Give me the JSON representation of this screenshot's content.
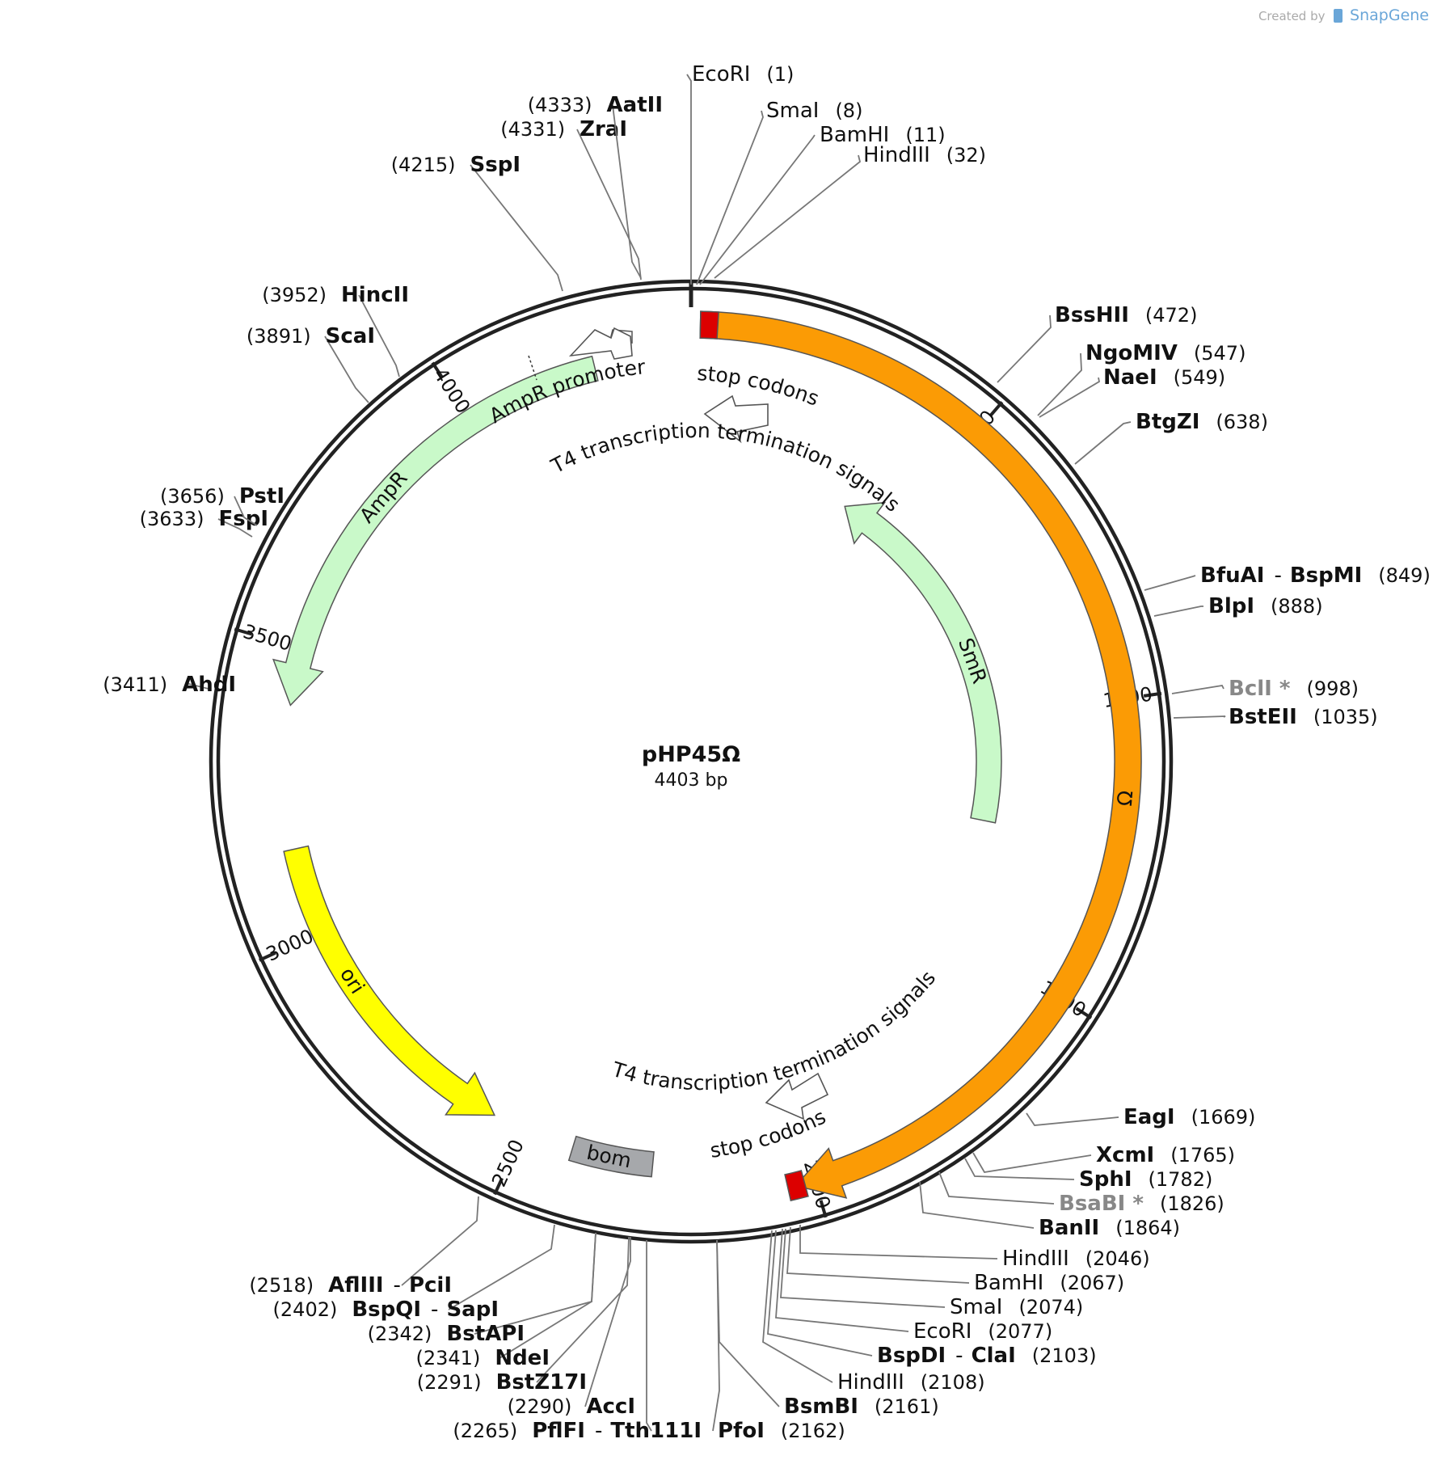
{
  "credit": {
    "prefix": "Created by",
    "brand": "SnapGene"
  },
  "plasmid": {
    "name": "pHP45Ω",
    "length_label": "4403 bp",
    "length": 4403
  },
  "colors": {
    "orange": "#fb9b05",
    "green": "#c9f9c9",
    "yellow": "#ffff00",
    "grey": "#a6a8ab",
    "red": "#dc0000",
    "white": "#ffffff"
  },
  "ticks": [
    {
      "pos": 500,
      "label": "500"
    },
    {
      "pos": 1000,
      "label": "1000"
    },
    {
      "pos": 1500,
      "label": "1500"
    },
    {
      "pos": 2000,
      "label": "2000"
    },
    {
      "pos": 2500,
      "label": "2500"
    },
    {
      "pos": 3000,
      "label": "3000"
    },
    {
      "pos": 3500,
      "label": "3500"
    },
    {
      "pos": 4000,
      "label": "4000"
    }
  ],
  "features": [
    {
      "label": "Ω",
      "color": "#fb9b05",
      "ring": "outer",
      "start": 15,
      "end": 2032,
      "dir": 1,
      "labelpos": 1160
    },
    {
      "label": "",
      "color": "#dc0000",
      "ring": "outer",
      "start": 15,
      "end": 43,
      "dir": 0
    },
    {
      "label": "",
      "color": "#dc0000",
      "ring": "outer",
      "start": 2017,
      "end": 2045,
      "dir": 0
    },
    {
      "label": "SmR",
      "color": "#c9f9c9",
      "ring": "inner",
      "start": 380,
      "end": 1240,
      "dir": -1,
      "labelpos": 860
    },
    {
      "label": "AmpR",
      "color": "#c9f9c9",
      "ring": "mid",
      "start": 3400,
      "end": 4235,
      "dir": -1,
      "labelpos": 3800
    },
    {
      "label": "ori",
      "color": "#ffff00",
      "ring": "mid",
      "start": 2557,
      "end": 3150,
      "dir": -1,
      "labelpos": 2900
    },
    {
      "label": "bom",
      "color": "#a6a8ab",
      "ring": "mid",
      "start": 2268,
      "end": 2410,
      "dir": 0,
      "labelpos": 2345
    }
  ],
  "promoter": {
    "label": "AmpR promoter"
  },
  "stop_codons": [
    {
      "label": "stop codons"
    },
    {
      "label": "stop codons"
    }
  ],
  "terminators": [
    {
      "label": "T4 transcription termination signals"
    },
    {
      "label": "T4 transcription termination signals"
    }
  ],
  "sites": [
    {
      "name": "EcoRI",
      "pos": "(1)",
      "style": "plain",
      "side": "right"
    },
    {
      "name": "SmaI",
      "pos": "(8)",
      "style": "plain",
      "side": "right"
    },
    {
      "name": "BamHI",
      "pos": "(11)",
      "style": "plain",
      "side": "right"
    },
    {
      "name": "HindIII",
      "pos": "(32)",
      "style": "plain",
      "side": "right"
    },
    {
      "name": "BssHII",
      "pos": "(472)",
      "style": "bold",
      "side": "right"
    },
    {
      "name": "NgoMIV",
      "pos": "(547)",
      "style": "bold",
      "side": "right"
    },
    {
      "name": "NaeI",
      "pos": "(549)",
      "style": "bold",
      "side": "right"
    },
    {
      "name": "BtgZI",
      "pos": "(638)",
      "style": "bold",
      "side": "right"
    },
    {
      "name": "BfuAI",
      "name2": "BspMI",
      "pos": "(849)",
      "style": "bold",
      "side": "right"
    },
    {
      "name": "BlpI",
      "pos": "(888)",
      "style": "bold",
      "side": "right"
    },
    {
      "name": "BclI *",
      "pos": "(998)",
      "style": "dim",
      "side": "right"
    },
    {
      "name": "BstEII",
      "pos": "(1035)",
      "style": "bold",
      "side": "right"
    },
    {
      "name": "EagI",
      "pos": "(1669)",
      "style": "bold",
      "side": "right"
    },
    {
      "name": "XcmI",
      "pos": "(1765)",
      "style": "bold",
      "side": "right"
    },
    {
      "name": "SphI",
      "pos": "(1782)",
      "style": "bold",
      "side": "right"
    },
    {
      "name": "BsaBI *",
      "pos": "(1826)",
      "style": "dim",
      "side": "right"
    },
    {
      "name": "BanII",
      "pos": "(1864)",
      "style": "bold",
      "side": "right"
    },
    {
      "name": "HindIII",
      "pos": "(2046)",
      "style": "plain",
      "side": "right"
    },
    {
      "name": "BamHI",
      "pos": "(2067)",
      "style": "plain",
      "side": "right"
    },
    {
      "name": "SmaI",
      "pos": "(2074)",
      "style": "plain",
      "side": "right"
    },
    {
      "name": "EcoRI",
      "pos": "(2077)",
      "style": "plain",
      "side": "right"
    },
    {
      "name": "BspDI",
      "name2": "ClaI",
      "pos": "(2103)",
      "style": "bold",
      "side": "right"
    },
    {
      "name": "HindIII",
      "pos": "(2108)",
      "style": "plain",
      "side": "right"
    },
    {
      "name": "BsmBI",
      "pos": "(2161)",
      "style": "bold",
      "side": "right"
    },
    {
      "name": "PfoI",
      "pos": "(2162)",
      "style": "bold",
      "side": "right"
    },
    {
      "name": "PflFI",
      "name2": "Tth111I",
      "pos": "(2265)",
      "style": "bold",
      "side": "left"
    },
    {
      "name": "AccI",
      "pos": "(2290)",
      "style": "bold",
      "side": "left"
    },
    {
      "name": "BstZ17I",
      "pos": "(2291)",
      "style": "bold",
      "side": "left"
    },
    {
      "name": "NdeI",
      "pos": "(2341)",
      "style": "bold",
      "side": "left"
    },
    {
      "name": "BstAPI",
      "pos": "(2342)",
      "style": "bold",
      "side": "left"
    },
    {
      "name": "BspQI",
      "name2": "SapI",
      "pos": "(2402)",
      "style": "bold",
      "side": "left"
    },
    {
      "name": "AflIII",
      "name2": "PciI",
      "pos": "(2518)",
      "style": "bold",
      "side": "left"
    },
    {
      "name": "AhdI",
      "pos": "(3411)",
      "style": "bold",
      "side": "left"
    },
    {
      "name": "FspI",
      "pos": "(3633)",
      "style": "bold",
      "side": "left"
    },
    {
      "name": "PstI",
      "pos": "(3656)",
      "style": "bold",
      "side": "left"
    },
    {
      "name": "ScaI",
      "pos": "(3891)",
      "style": "bold",
      "side": "left"
    },
    {
      "name": "HincII",
      "pos": "(3952)",
      "style": "bold",
      "side": "left"
    },
    {
      "name": "SspI",
      "pos": "(4215)",
      "style": "bold",
      "side": "left"
    },
    {
      "name": "ZraI",
      "pos": "(4331)",
      "style": "bold",
      "side": "left"
    },
    {
      "name": "AatII",
      "pos": "(4333)",
      "style": "bold",
      "side": "left"
    }
  ]
}
